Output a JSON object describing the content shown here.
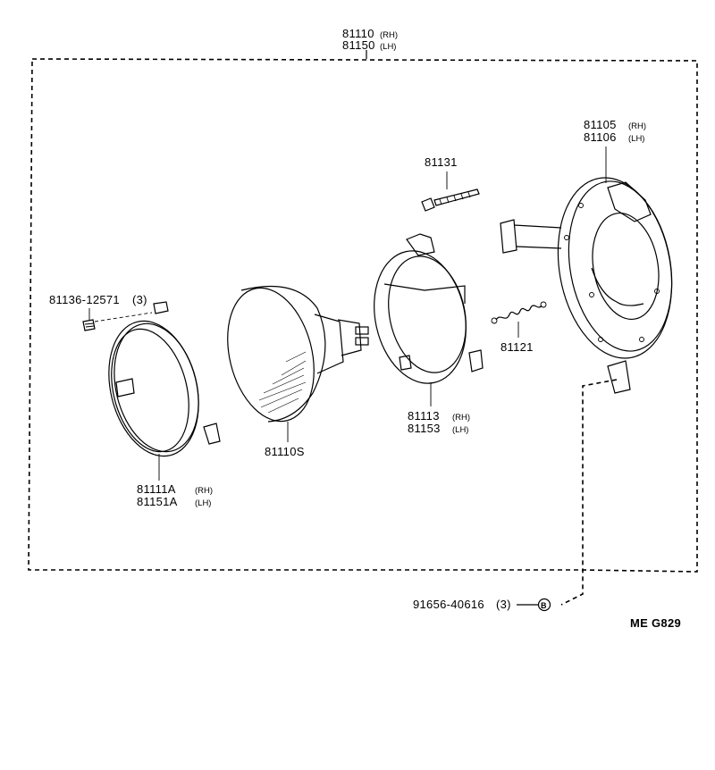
{
  "labels": {
    "assembly_a": "81110",
    "assembly_a_side": "(RH)",
    "assembly_b": "81150",
    "assembly_b_side": "(LH)",
    "screw_small": "81136-12571",
    "screw_small_qty": "(3)",
    "ring_a": "81111A",
    "ring_a_side": "(RH)",
    "ring_b": "81151A",
    "ring_b_side": "(LH)",
    "sealed_beam": "81110S",
    "adjust_screw": "81131",
    "spring": "81121",
    "mount_ring_a": "81113",
    "mount_ring_a_side": "(RH)",
    "mount_ring_b": "81153",
    "mount_ring_b_side": "(LH)",
    "housing_a": "81105",
    "housing_a_side": "(RH)",
    "housing_b": "81106",
    "housing_b_side": "(LH)",
    "bolt": "91656-40616",
    "bolt_qty": "(3)",
    "bolt_marker": "B",
    "diagram_code": "ME G829"
  }
}
